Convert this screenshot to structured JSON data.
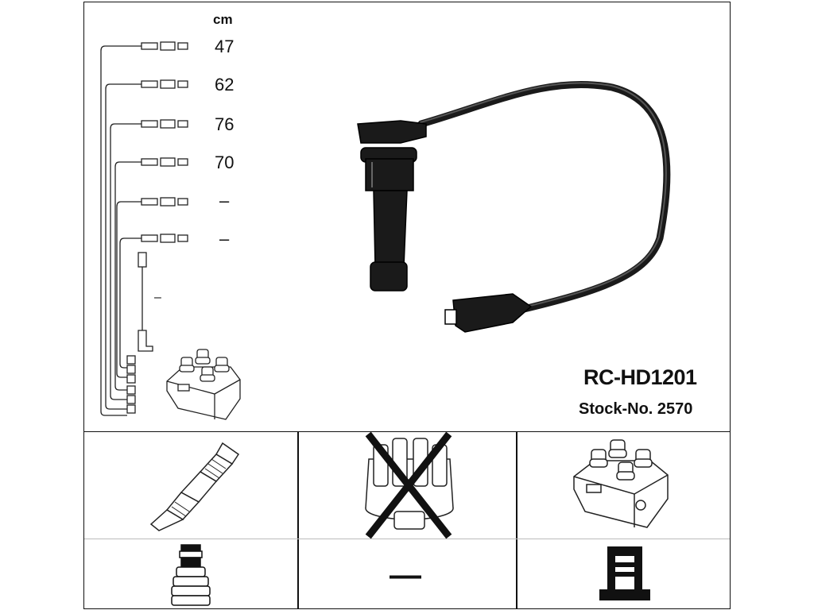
{
  "product": {
    "code": "RC-HD1201",
    "stock_label": "Stock-No. 2570"
  },
  "lengths": {
    "unit": "cm",
    "values": [
      "47",
      "62",
      "76",
      "70",
      "–",
      "–"
    ],
    "extra_value": "–"
  },
  "applications": {
    "spark_plug": {
      "icon": "spark-plug-icon"
    },
    "distributor": {
      "icon": "distributor-cap-crossed-icon"
    },
    "ignition_coil": {
      "icon": "ignition-coil-icon"
    }
  },
  "connectors": {
    "plug_end": {
      "icon": "plug-boot-icon"
    },
    "distributor_end": {
      "value": "—"
    },
    "coil_end": {
      "icon": "coil-terminal-icon"
    }
  }
}
